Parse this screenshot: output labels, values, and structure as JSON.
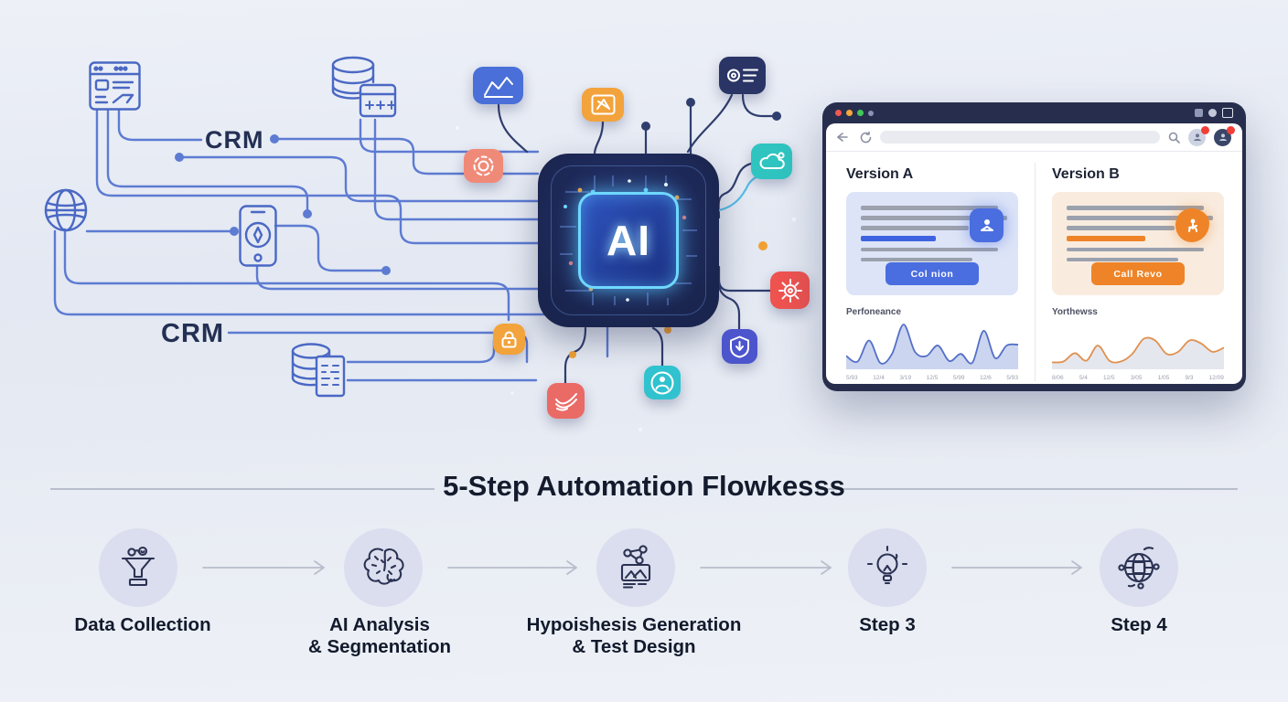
{
  "illustration": {
    "crm_label_top": "CRM",
    "crm_label_bottom": "CRM",
    "chip_label": "AI",
    "source_icons": [
      "browser-window-icon",
      "database-calculator-icon",
      "globe-icon",
      "smartphone-compass-icon",
      "database-document-icon"
    ],
    "floating_icons": [
      {
        "name": "analytics-chart-icon",
        "color": "#4a6fd8"
      },
      {
        "name": "image-icon",
        "color": "#f2a33c"
      },
      {
        "name": "list-settings-icon",
        "color": "#2a3566"
      },
      {
        "name": "target-icon",
        "color": "#f08a78"
      },
      {
        "name": "cloud-icon",
        "color": "#2fc4c0"
      },
      {
        "name": "gear-icon",
        "color": "#ee5350"
      },
      {
        "name": "shield-download-icon",
        "color": "#4c55cc"
      },
      {
        "name": "user-circle-icon",
        "color": "#30c2ce"
      },
      {
        "name": "mail-check-icon",
        "color": "#ea6a66"
      },
      {
        "name": "lock-icon",
        "color": "#f2a33c"
      }
    ]
  },
  "browser": {
    "traffic_light_colors": [
      "#f2574f",
      "#f5a73b",
      "#43c75a",
      "#8a93b5"
    ],
    "columns": [
      {
        "heading": "Version A",
        "accent": "#4a6de0",
        "button_label": "Col nion",
        "chart_label": "Perfoneance"
      },
      {
        "heading": "Version B",
        "accent": "#ee8427",
        "button_label": "Call Revo",
        "chart_label": "Yorthewss"
      }
    ]
  },
  "flow": {
    "title": "5-Step Automation Flowkesss",
    "steps": [
      {
        "line1": "Data Collection",
        "line2": "",
        "icon": "funnel-icon"
      },
      {
        "line1": "AI Analysis",
        "line2": "& Segmentation",
        "icon": "brain-icon"
      },
      {
        "line1": "Hypoishesis Generation",
        "line2": "& Test Design",
        "icon": "hypothesis-image-icon"
      },
      {
        "line1": "Step 3",
        "line2": "",
        "icon": "lightbulb-icon"
      },
      {
        "line1": "Step 4",
        "line2": "",
        "icon": "globe-network-icon"
      }
    ]
  },
  "chart_data": [
    {
      "type": "area",
      "title": "Perfoneance",
      "color": "#5470c8",
      "fill": "rgba(110,135,210,0.35)",
      "values": [
        0.25,
        0.12,
        0.62,
        0.08,
        0.3,
        1.0,
        0.35,
        0.25,
        0.5,
        0.13,
        0.3,
        0.09,
        0.85,
        0.2,
        0.5,
        0.52
      ],
      "x_ticks": [
        "5/93",
        "12/4",
        "3/19",
        "12/5",
        "5/99",
        "12/6",
        "5/93"
      ],
      "xlabel": "",
      "ylabel": "",
      "ylim": [
        0,
        1
      ],
      "grid": false,
      "legend": "none"
    },
    {
      "type": "area",
      "title": "Yorthewss",
      "color": "#e0914e",
      "fill": "#e5e7ef",
      "values": [
        0.1,
        0.12,
        0.32,
        0.14,
        0.5,
        0.14,
        0.12,
        0.3,
        0.66,
        0.62,
        0.3,
        0.35,
        0.62,
        0.55,
        0.35,
        0.45
      ],
      "x_ticks": [
        "8/06",
        "5/4",
        "12/5",
        "3/05",
        "1/05",
        "9/3",
        "12/09"
      ],
      "xlabel": "",
      "ylabel": "",
      "ylim": [
        0,
        1
      ],
      "grid": false,
      "legend": "none"
    }
  ]
}
